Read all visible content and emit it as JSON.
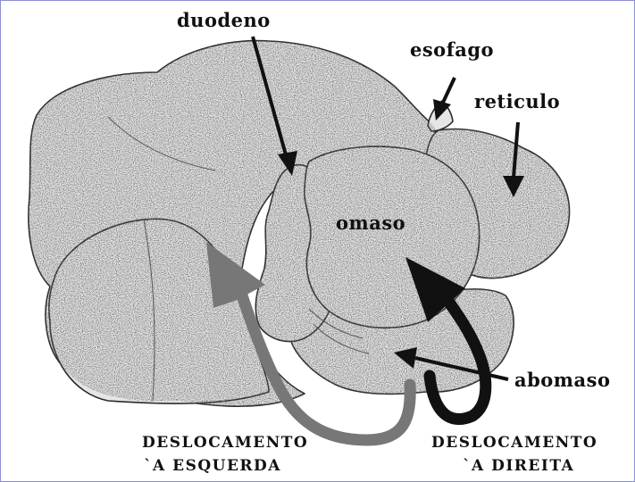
{
  "labels": {
    "duodeno": "duodeno",
    "esofago": "esofago",
    "reticulo": "reticulo",
    "omaso": "omaso",
    "abomaso": "abomaso"
  },
  "captions": {
    "left_line1": "DESLOCAMENTO",
    "left_line2": "`A ESQUERDA",
    "right_line1": "DESLOCAMENTO",
    "right_line2": "`A DIREITA"
  },
  "colors": {
    "frame_border": "#8f8fd6",
    "organ_fill": "#e6e6e6",
    "organ_outline": "#2a2a2a",
    "arrow_black": "#111111",
    "arrow_left_displacement": "#777777"
  }
}
